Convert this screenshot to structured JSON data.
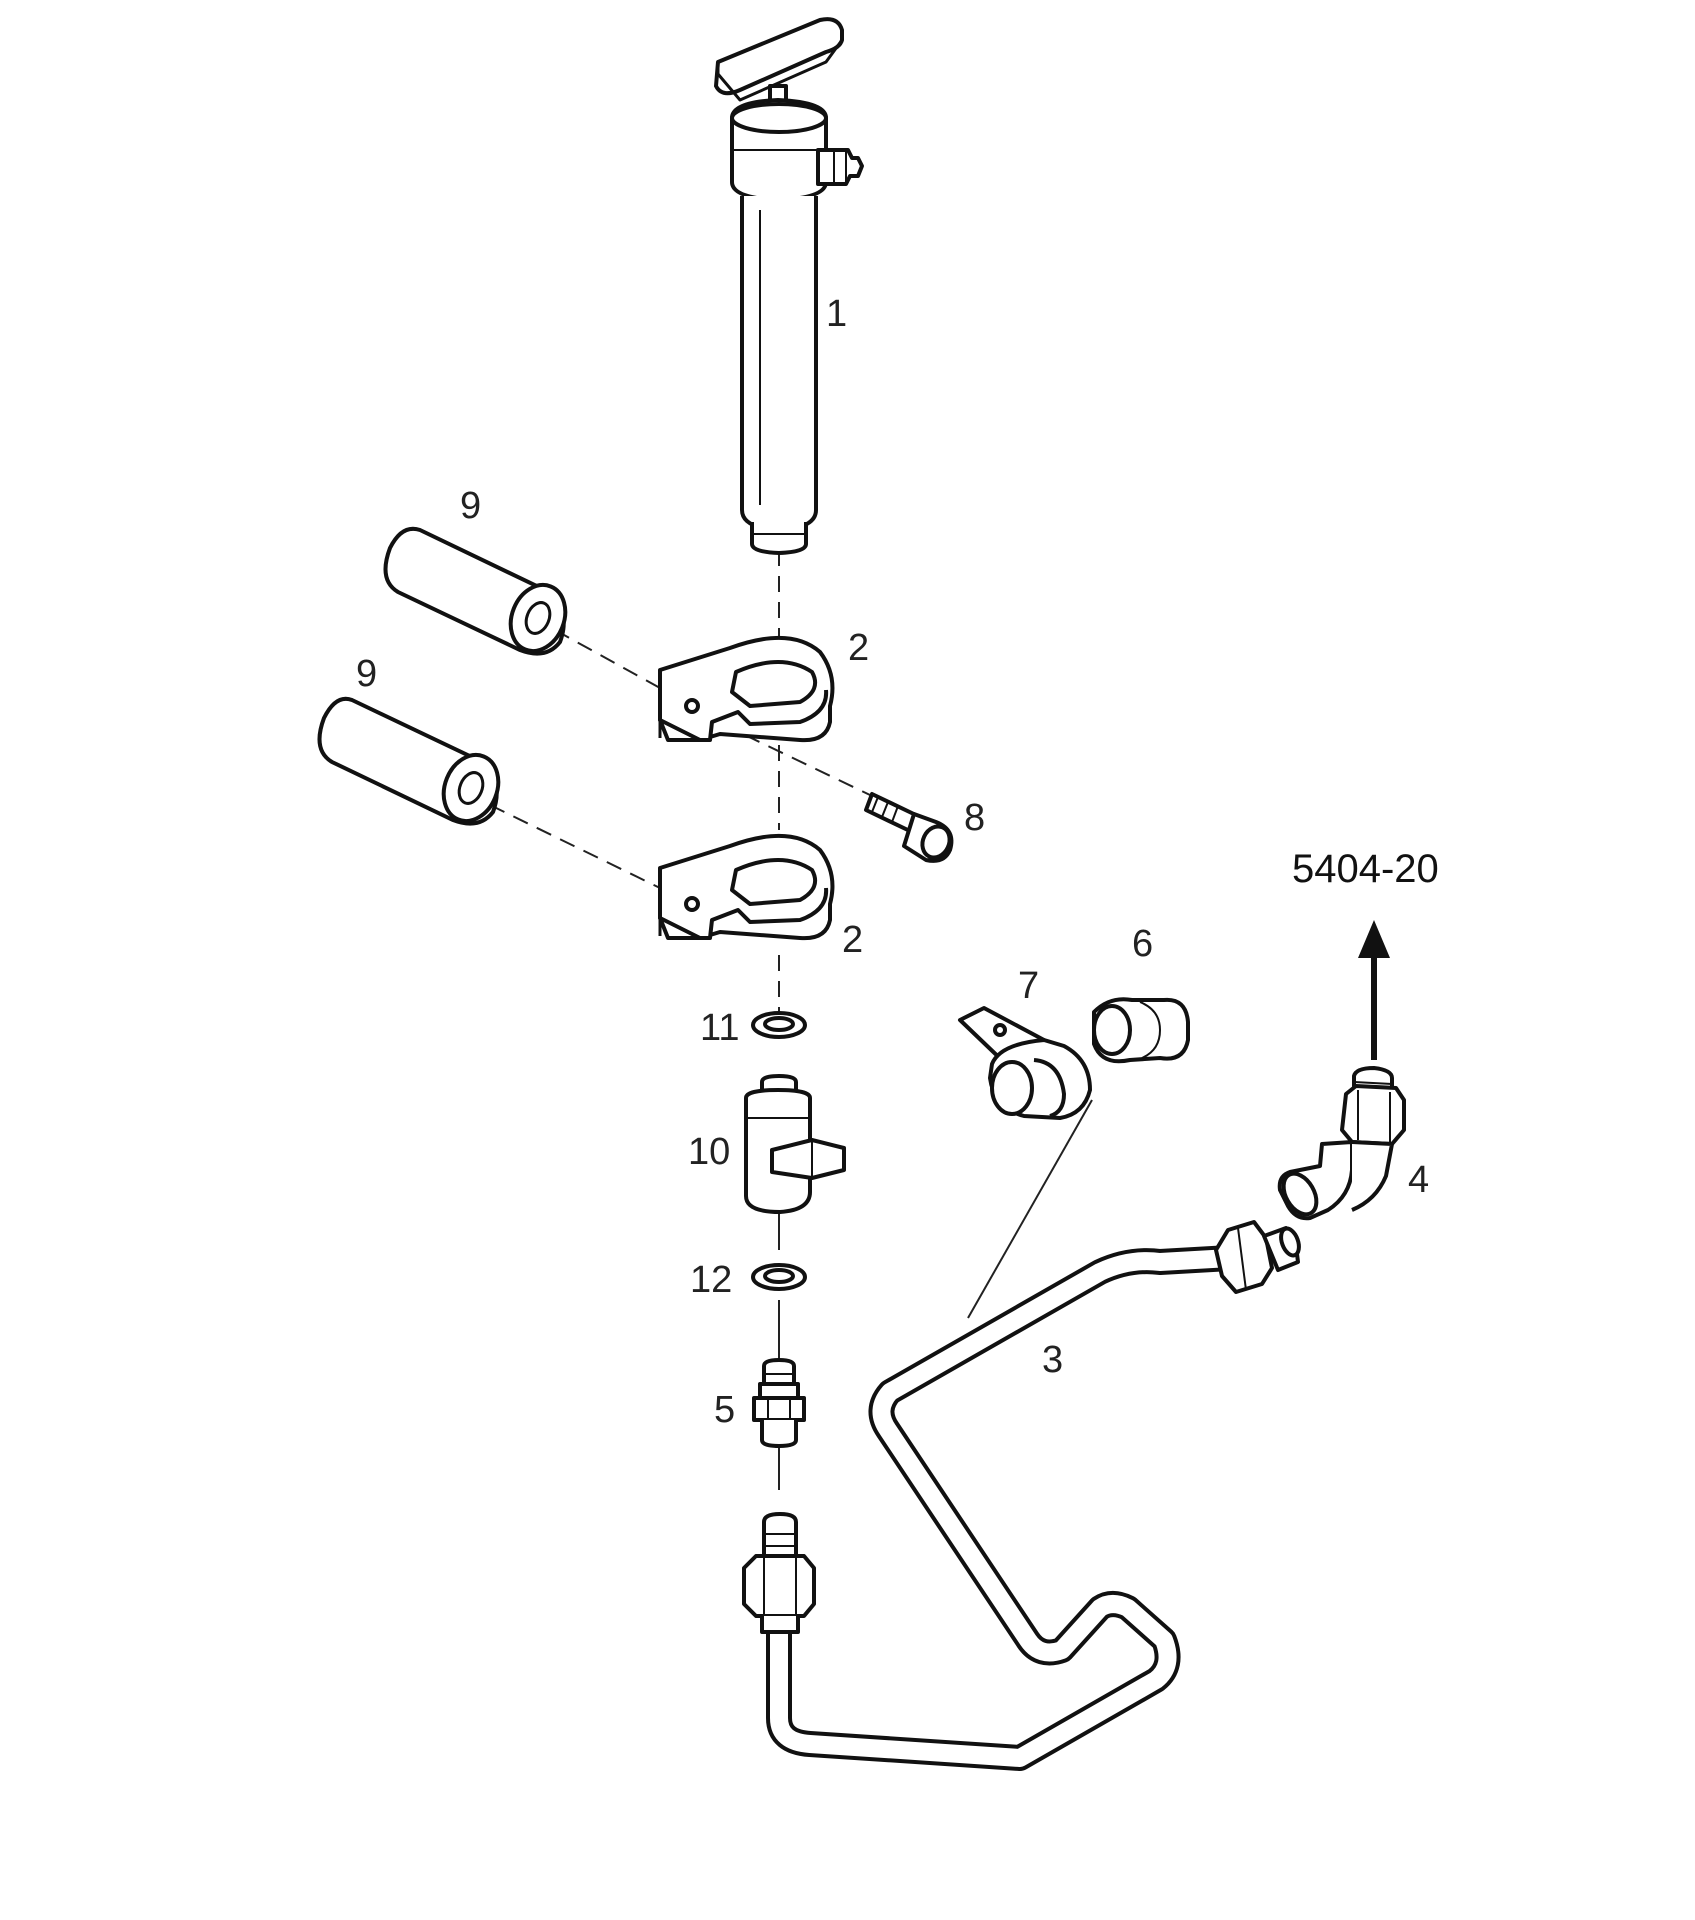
{
  "diagram": {
    "reference": "5404-20",
    "callouts": [
      {
        "id": "c1",
        "text": "1"
      },
      {
        "id": "c2a",
        "text": "2"
      },
      {
        "id": "c2b",
        "text": "2"
      },
      {
        "id": "c3",
        "text": "3"
      },
      {
        "id": "c4",
        "text": "4"
      },
      {
        "id": "c5",
        "text": "5"
      },
      {
        "id": "c6",
        "text": "6"
      },
      {
        "id": "c7",
        "text": "7"
      },
      {
        "id": "c8",
        "text": "8"
      },
      {
        "id": "c9a",
        "text": "9"
      },
      {
        "id": "c9b",
        "text": "9"
      },
      {
        "id": "c10",
        "text": "10"
      },
      {
        "id": "c11",
        "text": "11"
      },
      {
        "id": "c12",
        "text": "12"
      }
    ]
  },
  "colors": {
    "ink": "#111111",
    "background": "#ffffff"
  }
}
